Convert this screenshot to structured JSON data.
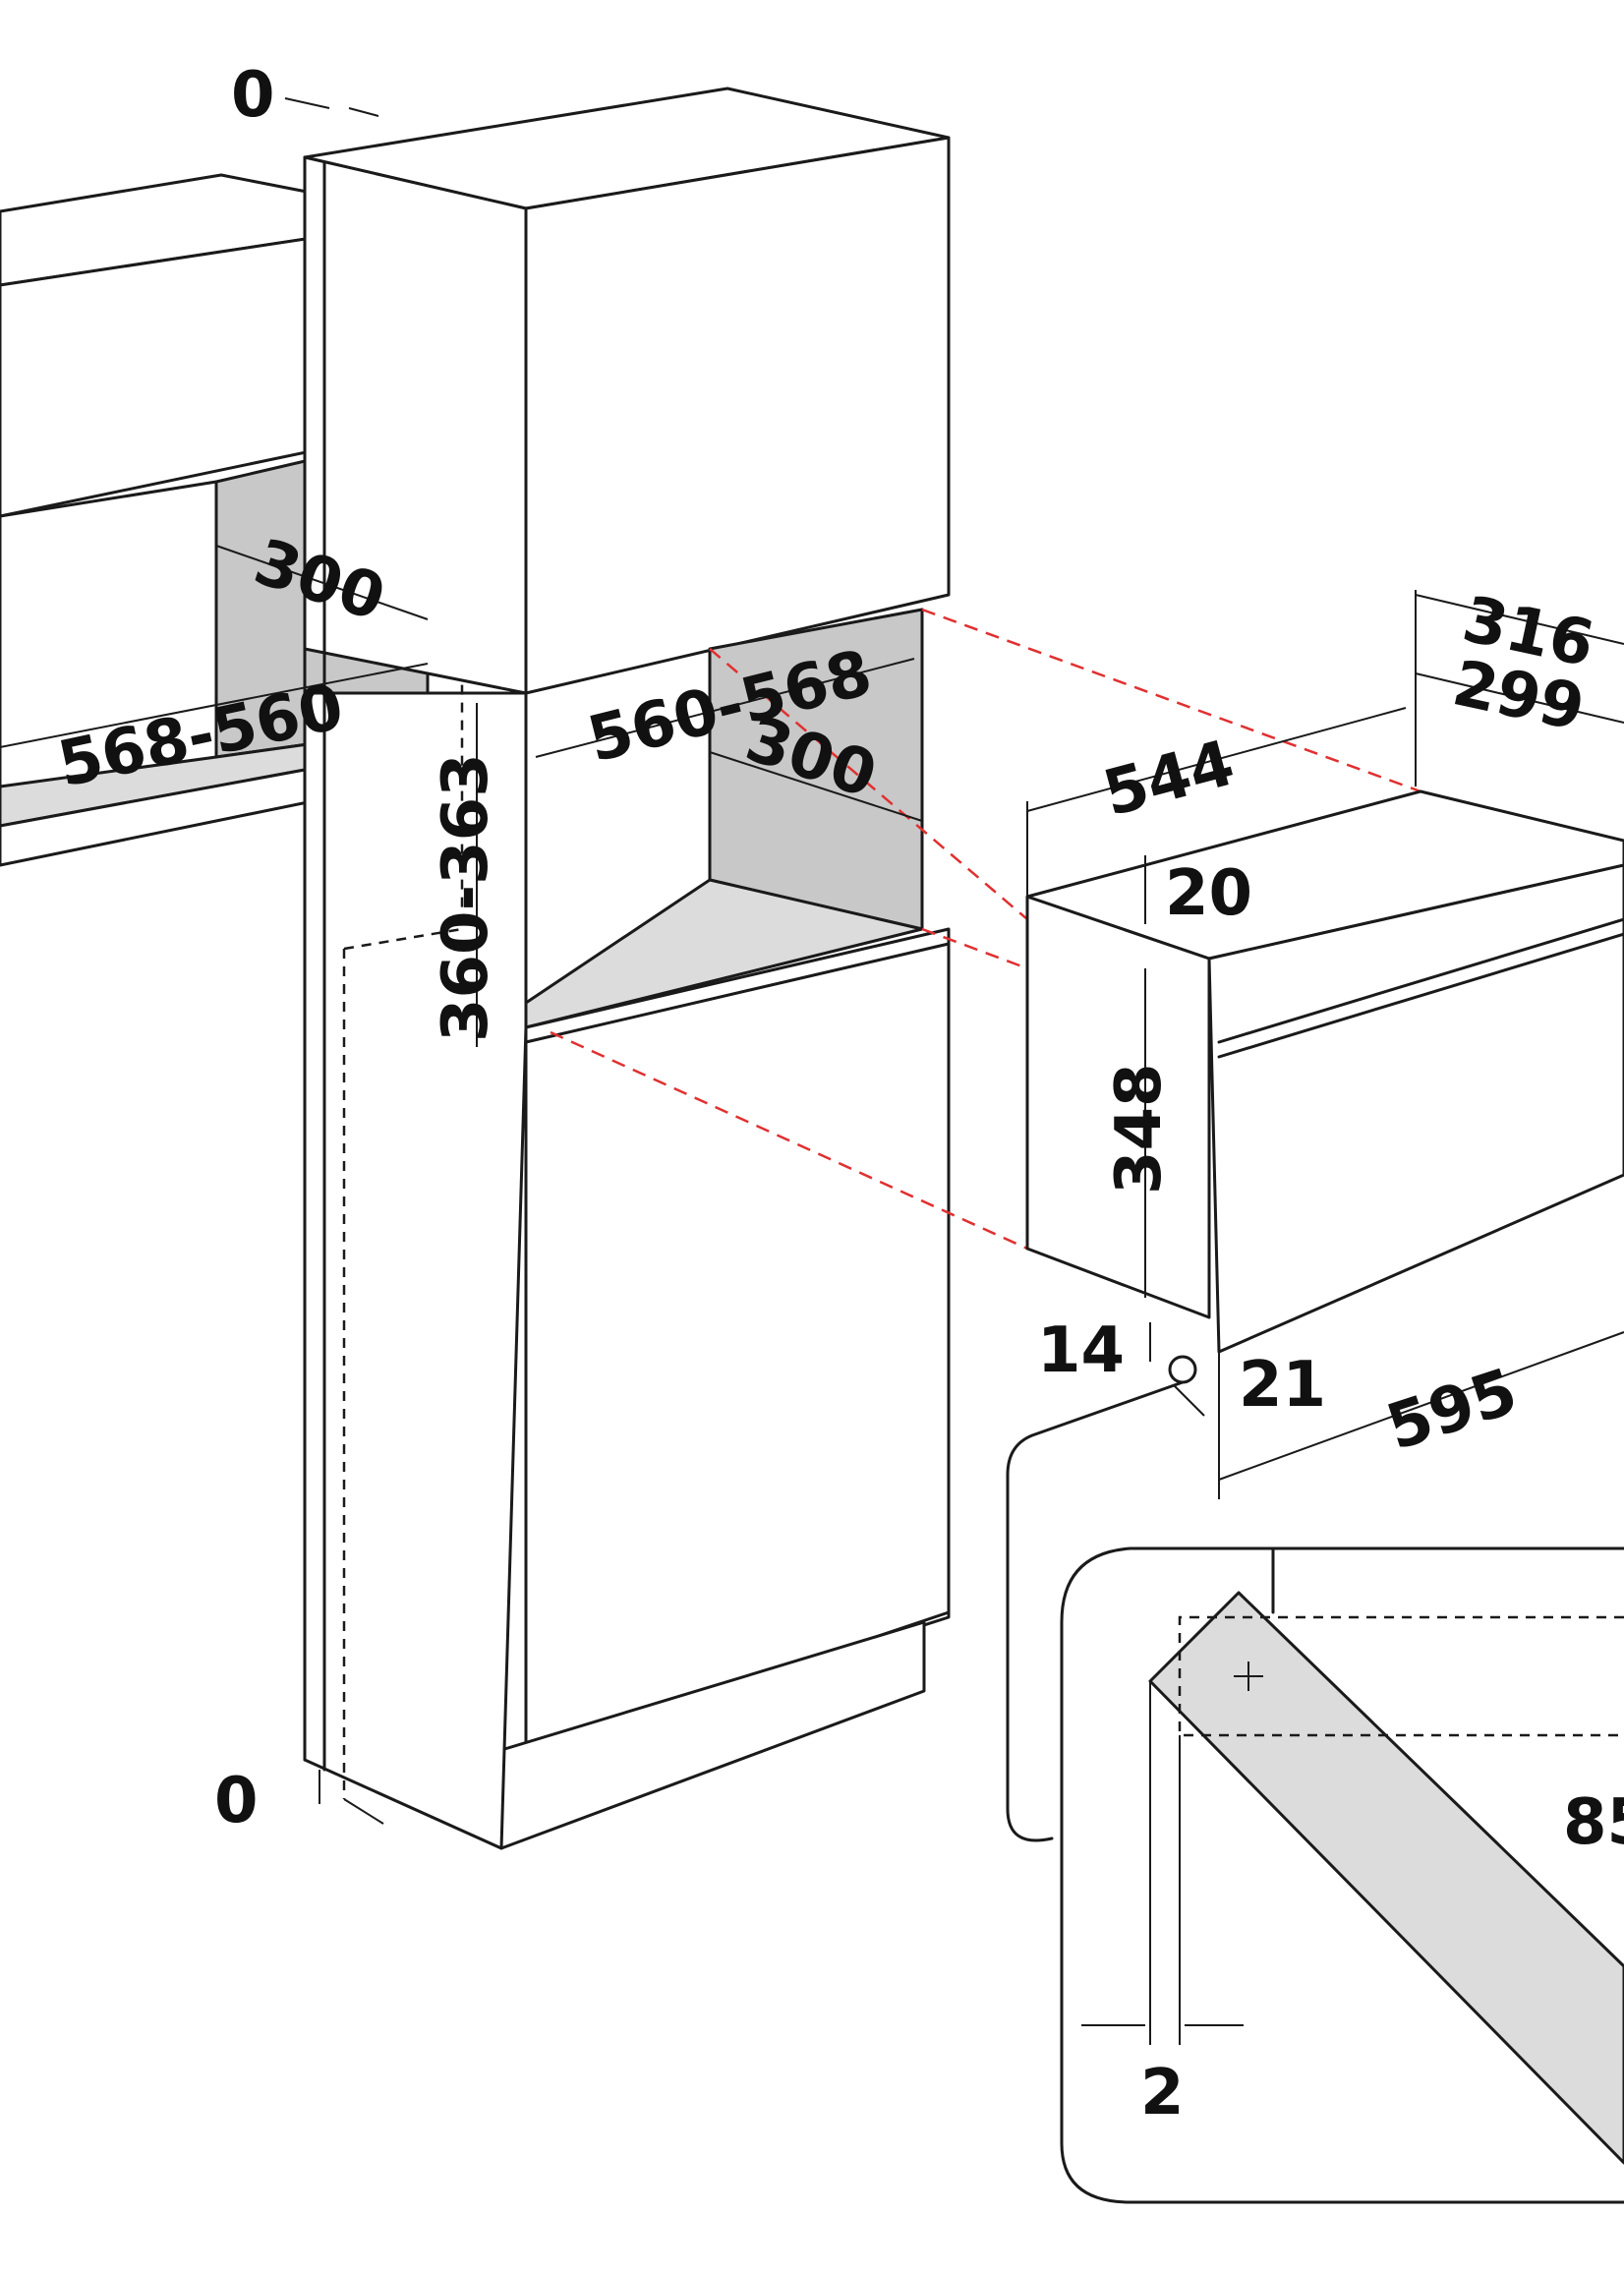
{
  "dimensions": {
    "top_gap": "0",
    "bottom_gap": "0",
    "left_depth": "300",
    "left_width": "568-560",
    "niche_width": "560-568",
    "niche_depth": "300",
    "niche_height": "360-363",
    "appliance_width": "544",
    "appliance_depth_outer": "316",
    "appliance_depth_inner": "299",
    "front_offset": "20",
    "appliance_height": "348",
    "door_bottom": "14",
    "door_front": "21",
    "front_width": "595",
    "detail_gap": "2",
    "detail_depth": "85"
  },
  "colors": {
    "outline": "#1a1a1a",
    "cavity_grey": "#c8c8c8",
    "guide_lines": "#e03030"
  }
}
